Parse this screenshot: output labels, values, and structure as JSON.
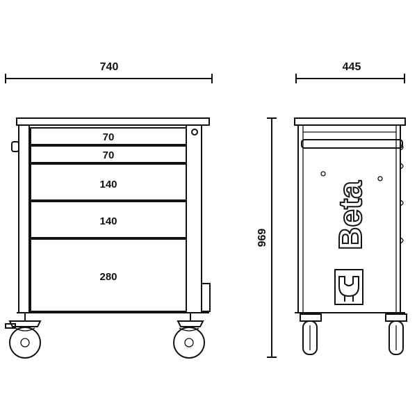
{
  "dimensions": {
    "width": "740",
    "depth": "445",
    "height": "969"
  },
  "drawers": [
    {
      "label": "70"
    },
    {
      "label": "70"
    },
    {
      "label": "140"
    },
    {
      "label": "140"
    },
    {
      "label": "280"
    }
  ],
  "brand": {
    "logo_text": "Beta"
  },
  "colors": {
    "line": "#111111",
    "background": "#ffffff"
  }
}
